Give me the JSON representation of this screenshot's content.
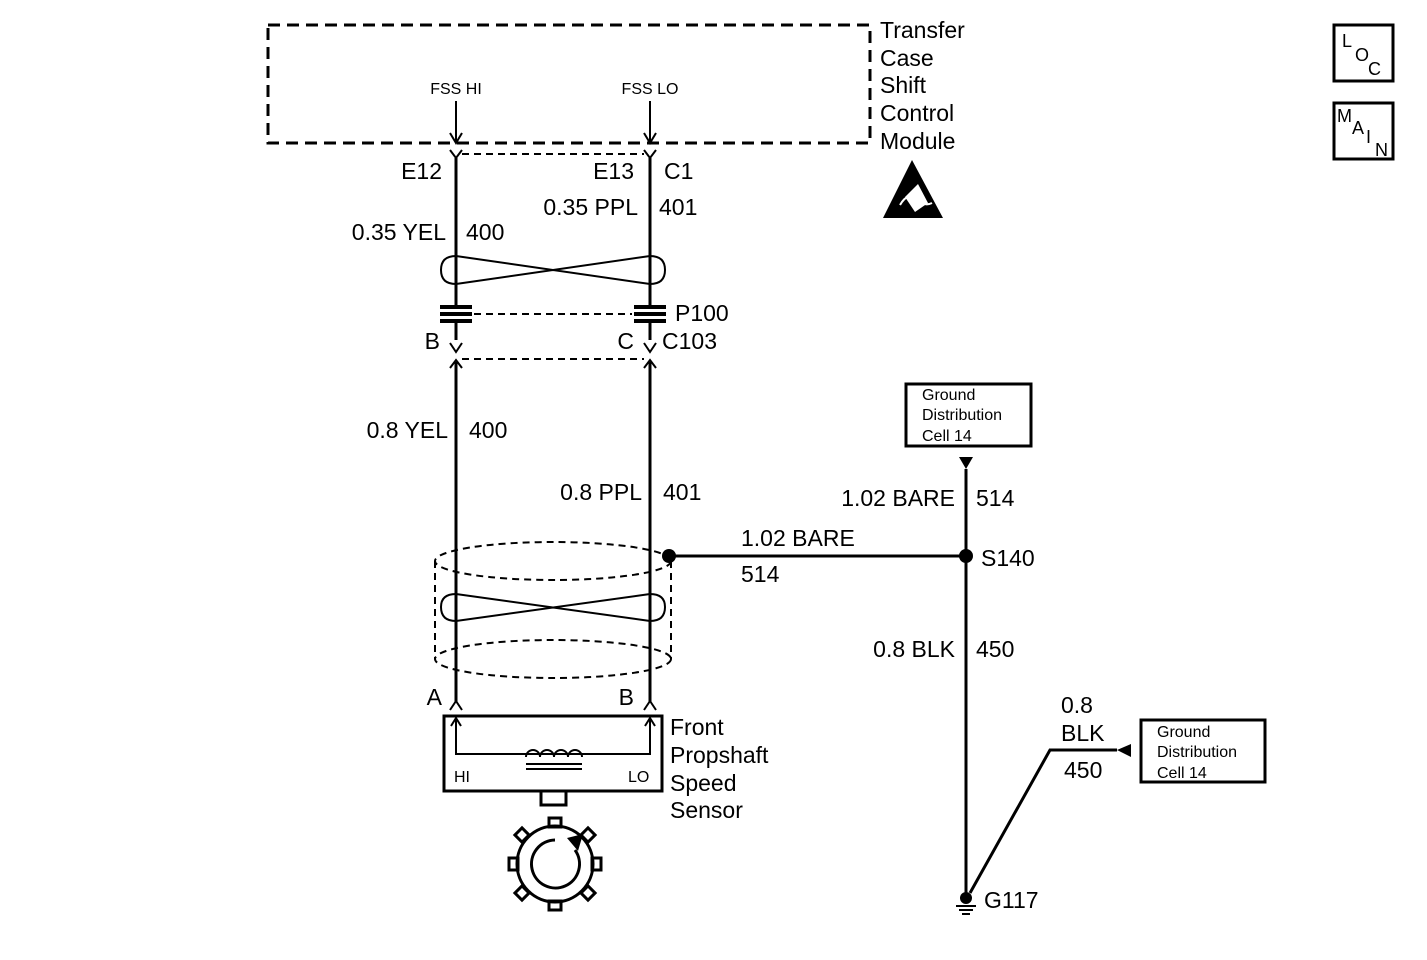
{
  "module": {
    "name_lines": [
      "Transfer",
      "Case",
      "Shift",
      "Control",
      "Module"
    ],
    "pin_hi_label": "FSS HI",
    "pin_lo_label": "FSS LO",
    "terminal_hi": "E12",
    "terminal_lo": "E13",
    "connector": "C1"
  },
  "upper_wires": {
    "hi": {
      "gauge_color": "0.35 YEL",
      "circuit": "400"
    },
    "lo": {
      "gauge_color": "0.35 PPL",
      "circuit": "401"
    }
  },
  "inline_connector": {
    "pass_through": "P100",
    "name": "C103",
    "pin_hi": "B",
    "pin_lo": "C"
  },
  "lower_wires": {
    "hi": {
      "gauge_color": "0.8 YEL",
      "circuit": "400"
    },
    "lo": {
      "gauge_color": "0.8 PPL",
      "circuit": "401"
    }
  },
  "drain_wire": {
    "gauge_color": "1.02 BARE",
    "circuit": "514"
  },
  "ground_ref_top": {
    "lines": [
      "Ground",
      "Distribution",
      "Cell 14"
    ],
    "wire": {
      "gauge_color": "1.02 BARE",
      "circuit": "514"
    }
  },
  "splice": "S140",
  "ground_wire": {
    "gauge_color": "0.8 BLK",
    "circuit": "450"
  },
  "ground_ref_side": {
    "lines": [
      "Ground",
      "Distribution",
      "Cell 14"
    ],
    "wire_gauge": "0.8",
    "wire_color": "BLK",
    "circuit": "450"
  },
  "ground": "G117",
  "sensor": {
    "name_lines": [
      "Front",
      "Propshaft",
      "Speed",
      "Sensor"
    ],
    "pin_hi": "A",
    "pin_lo": "B",
    "label_hi": "HI",
    "label_lo": "LO"
  },
  "legend_icons": {
    "loc": [
      "L",
      "O",
      "C"
    ],
    "main": [
      "M",
      "A",
      "I",
      "N"
    ]
  }
}
